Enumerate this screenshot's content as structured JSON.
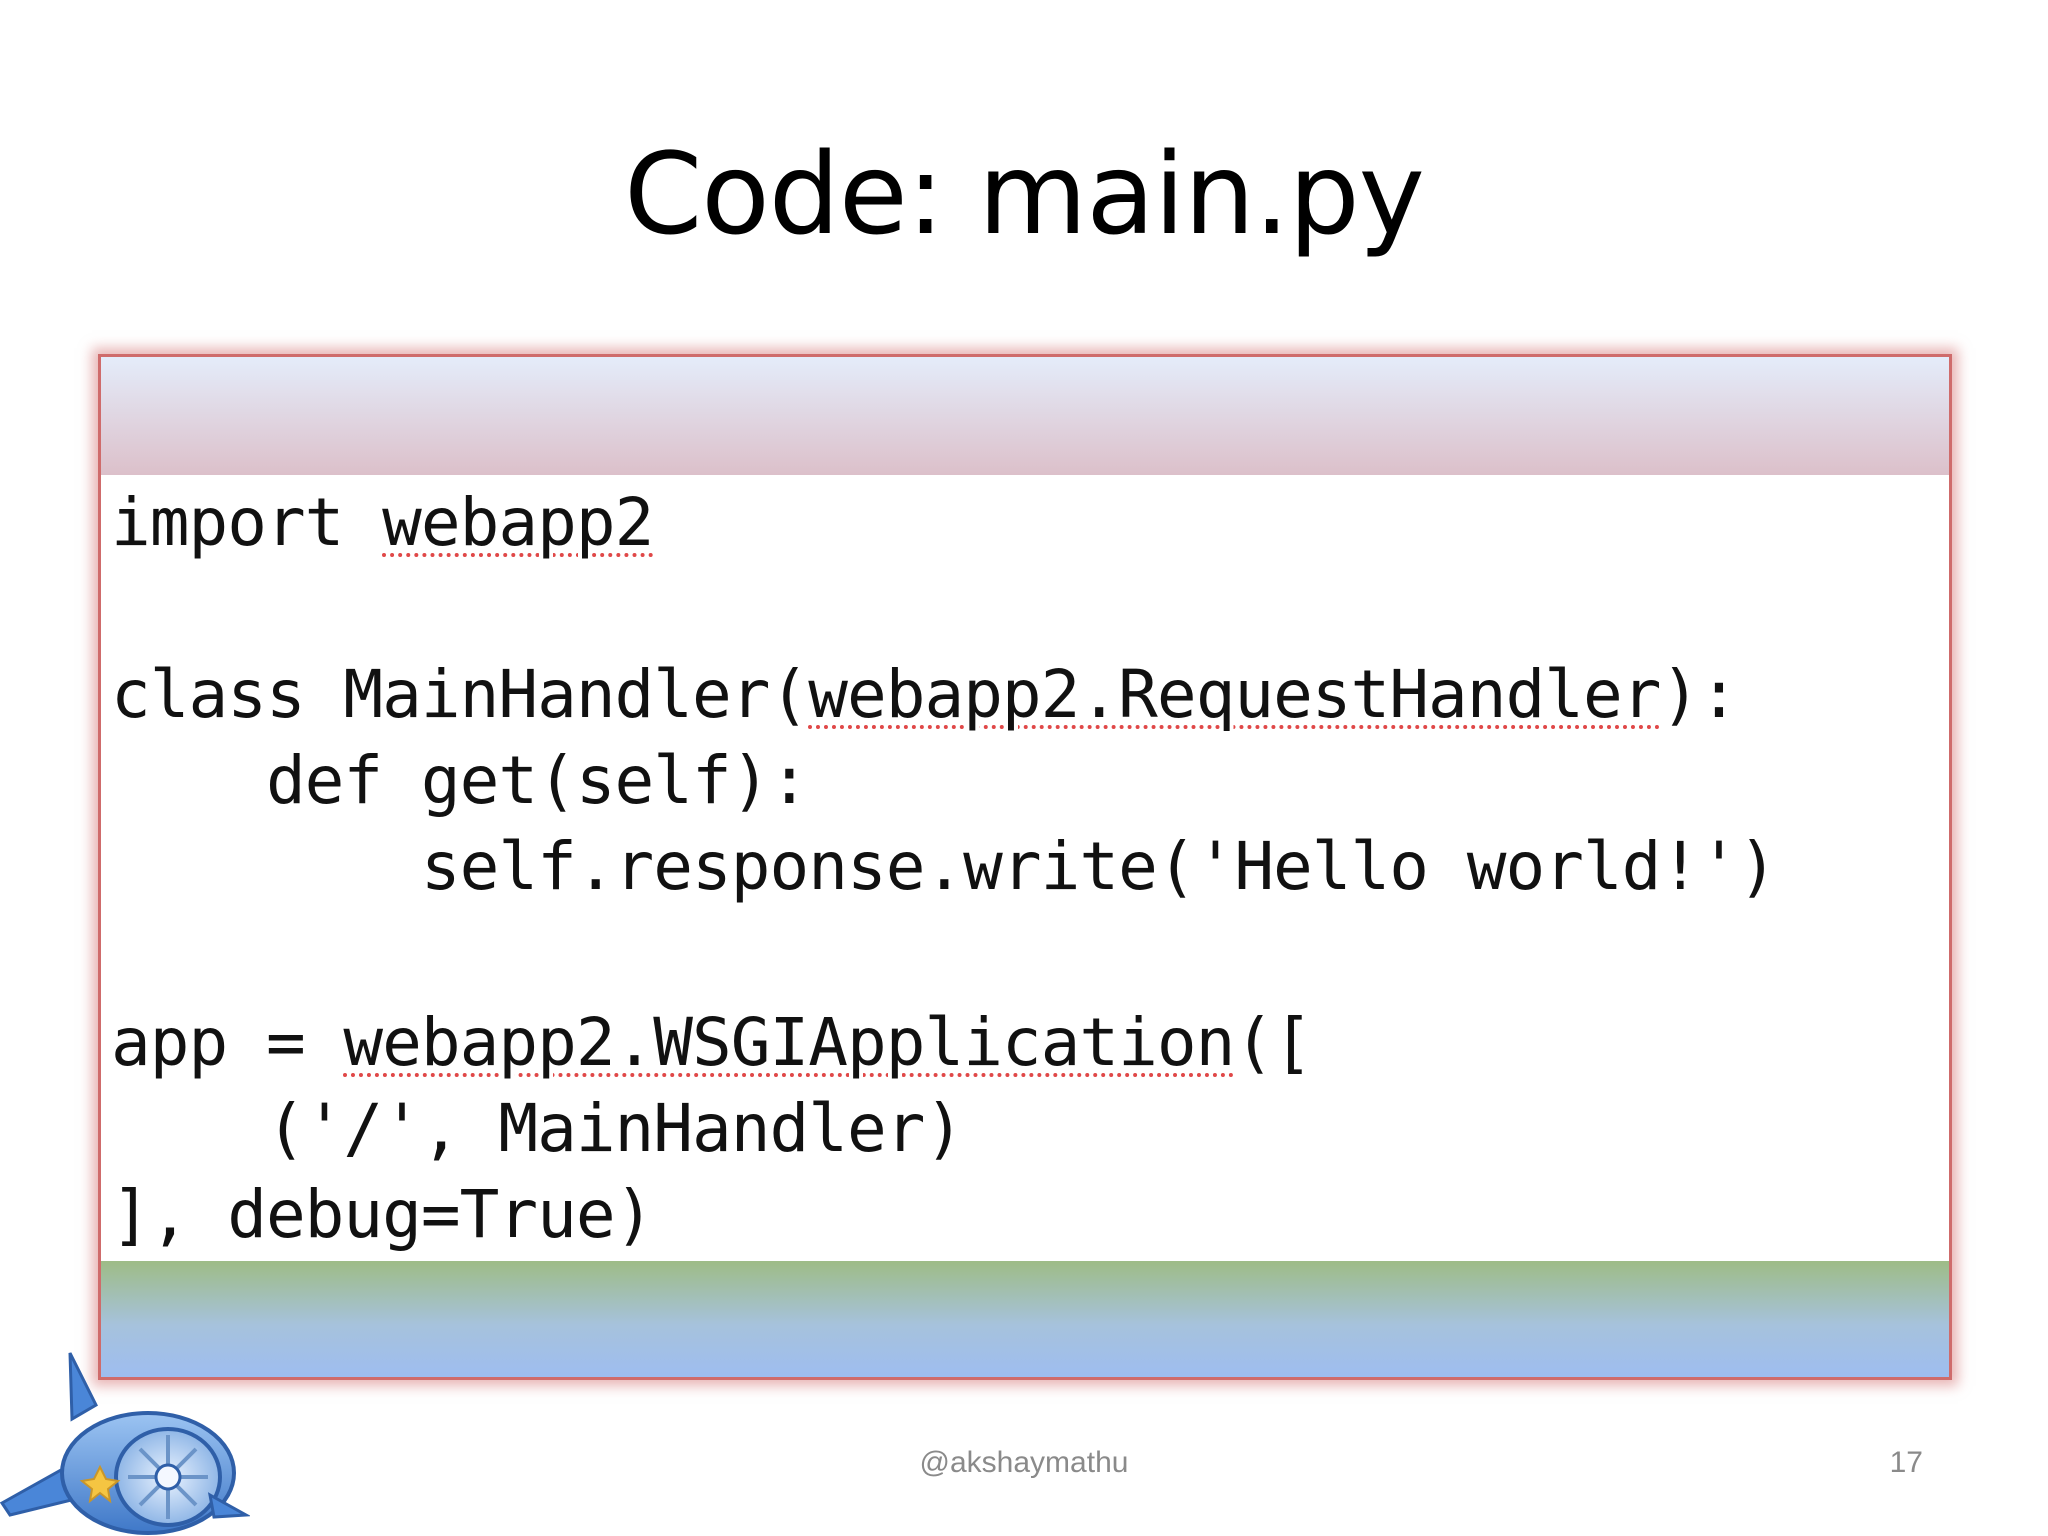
{
  "slide": {
    "title": "Code: main.py",
    "footer_handle": "@akshaymathu",
    "page_number": "17"
  },
  "code": {
    "line1_kw": "import",
    "line1_mod": "webapp2",
    "line3_pre": "class MainHandler(",
    "line3_base": "webapp2.RequestHandler",
    "line3_post": "):",
    "line4": "    def get(self):",
    "line5": "        self.response.write('Hello world!')",
    "line7_pre": "app = ",
    "line7_call": "webapp2.WSGIApplication",
    "line7_post": "([",
    "line8": "    ('/', MainHandler)",
    "line9": "], debug=True)"
  },
  "colors": {
    "frame_border": "#cf6b6b",
    "spellcheck_underline": "#e04848",
    "logo_blue": "#4a86d8"
  },
  "logo": {
    "icon": "app-engine-logo-icon"
  }
}
